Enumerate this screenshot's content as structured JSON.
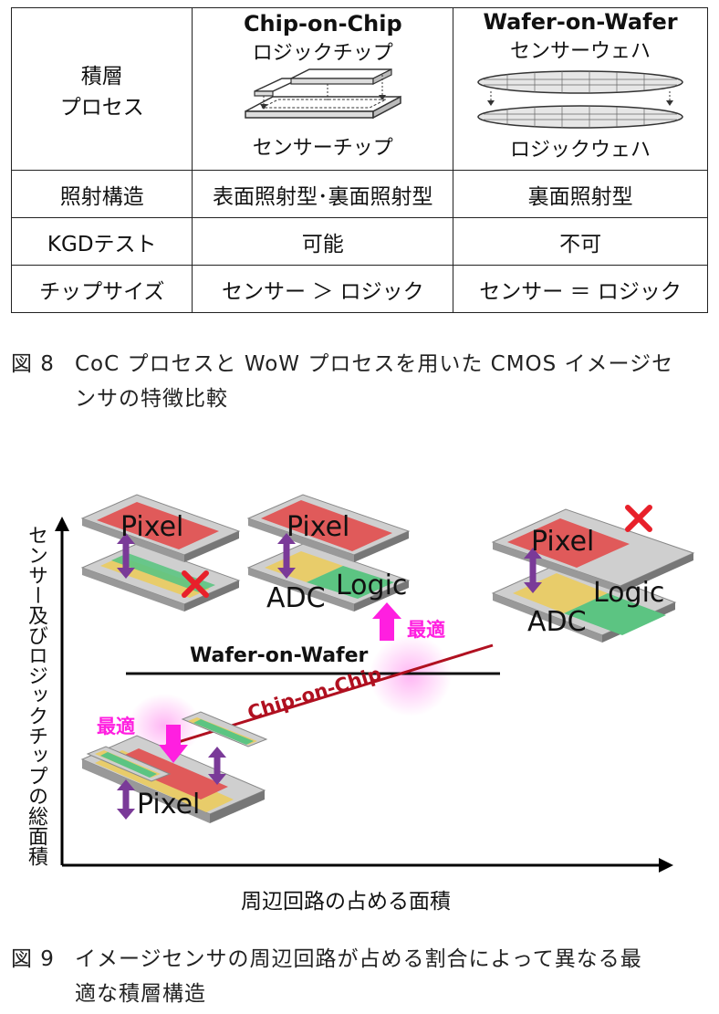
{
  "table": {
    "row_label_process": [
      "積層",
      "プロセス"
    ],
    "coc": {
      "title": "Chip-on-Chip",
      "top_label": "ロジックチップ",
      "bottom_label": "センサーチップ"
    },
    "wow": {
      "title": "Wafer-on-Wafer",
      "top_label": "センサーウェハ",
      "bottom_label": "ロジックウェハ"
    },
    "rows": [
      {
        "label": "照射構造",
        "coc": "表面照射型･裏面照射型",
        "wow": "裏面照射型"
      },
      {
        "label": "KGDテスト",
        "coc": "可能",
        "wow": "不可"
      },
      {
        "label": "チップサイズ",
        "coc": "センサー ＞ ロジック",
        "wow": "センサー ＝ ロジック"
      }
    ]
  },
  "fig8": {
    "number": "図 8",
    "line1": "CoC プロセスと WoW プロセスを用いた CMOS イメージセ",
    "line2": "ンサの特徴比較"
  },
  "diagram": {
    "y_axis_label": "センサー及びロジックチップの総面積",
    "x_axis_label": "周辺回路の占める面積",
    "wow_line_label": "Wafer-on-Wafer",
    "coc_line_label": "Chip-on-Chip",
    "optimal": "最適",
    "pixel": "Pixel",
    "adc": "ADC",
    "logic": "Logic",
    "colors": {
      "pixel": "#e05a5a",
      "adc": "#e8cc6a",
      "logic": "#5cc482",
      "arrow": "#7a3a98",
      "magenta": "#ff1fe0",
      "coc_line": "#b01020",
      "cross": "#e8202a"
    }
  },
  "fig9": {
    "number": "図 9",
    "line1": "イメージセンサの周辺回路が占める割合によって異なる最",
    "line2": "適な積層構造"
  }
}
